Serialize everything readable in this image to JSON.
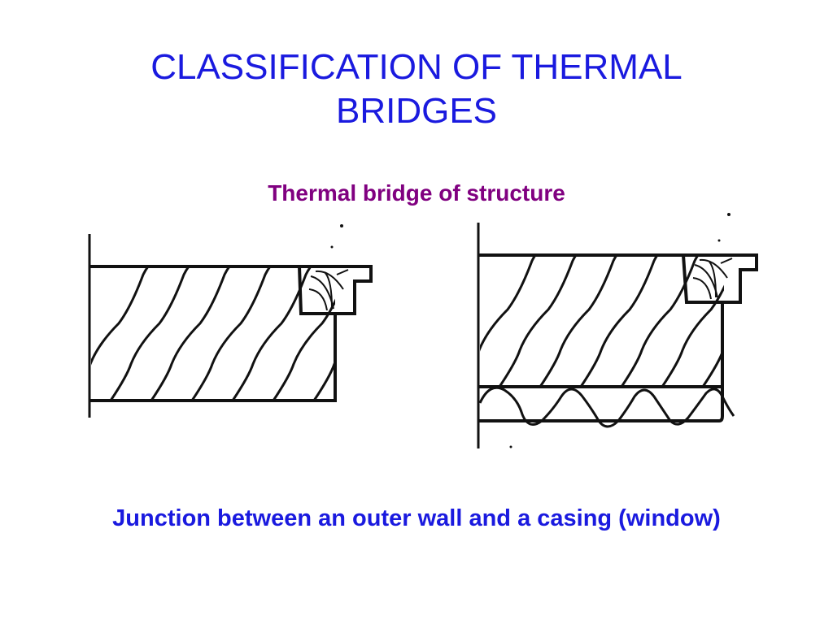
{
  "slide": {
    "title": "CLASSIFICATION OF THERMAL BRIDGES",
    "subtitle": "Thermal bridge of structure",
    "caption": "Junction between an outer wall and a casing (window)"
  },
  "diagrams": [
    {
      "name": "wall-casing-junction",
      "layers": [
        "masonry-wall",
        "window-casing"
      ]
    },
    {
      "name": "wall-casing-junction-insulated",
      "layers": [
        "masonry-wall",
        "insulation-layer",
        "window-casing"
      ]
    }
  ],
  "colors": {
    "title": "#1a1adf",
    "subtitle": "#800080",
    "caption": "#1a1adf",
    "line": "#111111"
  }
}
